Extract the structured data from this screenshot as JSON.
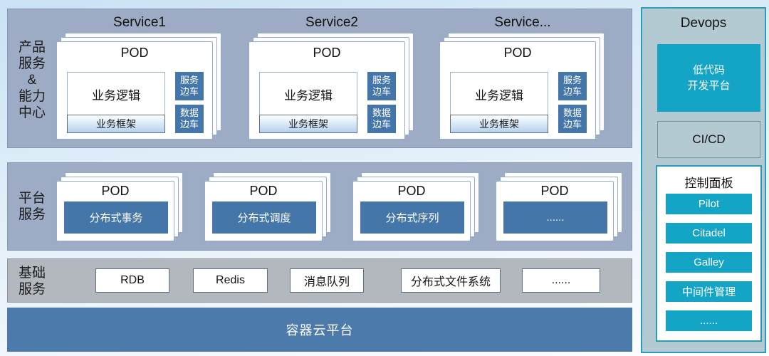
{
  "diagram": {
    "band1": {
      "label_lines": [
        "产品",
        "服务",
        "&",
        "能力",
        "中心"
      ],
      "services": [
        {
          "title": "Service1",
          "pod": "POD",
          "logic": "业务逻辑",
          "framework": "业务框架",
          "sidecar1": [
            "服务",
            "边车"
          ],
          "sidecar2": [
            "数据",
            "边车"
          ]
        },
        {
          "title": "Service2",
          "pod": "POD",
          "logic": "业务逻辑",
          "framework": "业务框架",
          "sidecar1": [
            "服务",
            "边车"
          ],
          "sidecar2": [
            "数据",
            "边车"
          ]
        },
        {
          "title": "Service...",
          "pod": "POD",
          "logic": "业务逻辑",
          "framework": "业务框架",
          "sidecar1": [
            "服务",
            "边车"
          ],
          "sidecar2": [
            "数据",
            "边车"
          ]
        }
      ]
    },
    "band2": {
      "label_lines": [
        "平台",
        "服务"
      ],
      "pods": [
        {
          "pod": "POD",
          "name": "分布式事务"
        },
        {
          "pod": "POD",
          "name": "分布式调度"
        },
        {
          "pod": "POD",
          "name": "分布式序列"
        },
        {
          "pod": "POD",
          "name": "......"
        }
      ]
    },
    "band3": {
      "label_lines": [
        "基础",
        "服务"
      ],
      "items": [
        "RDB",
        "Redis",
        "消息队列",
        "分布式文件系统",
        "......"
      ]
    },
    "band4": {
      "label": "容器云平台"
    },
    "devops": {
      "title": "Devops",
      "low_code_lines": [
        "低代码",
        "开发平台"
      ],
      "cicd": "CI/CD",
      "control_panel": {
        "title": "控制面板",
        "items": [
          "Pilot",
          "Citadel",
          "Galley",
          "中间件管理",
          "......"
        ]
      }
    },
    "colors": {
      "band_background": "#9dabc4",
      "steel_blue": "#4576a9",
      "container_band": "#4b7aab",
      "basic_band_background": "#b3b8bf",
      "devops_background": "#b4cad3",
      "devops_border": "#2a9bb8",
      "teal_accent": "#14a4c6"
    }
  }
}
